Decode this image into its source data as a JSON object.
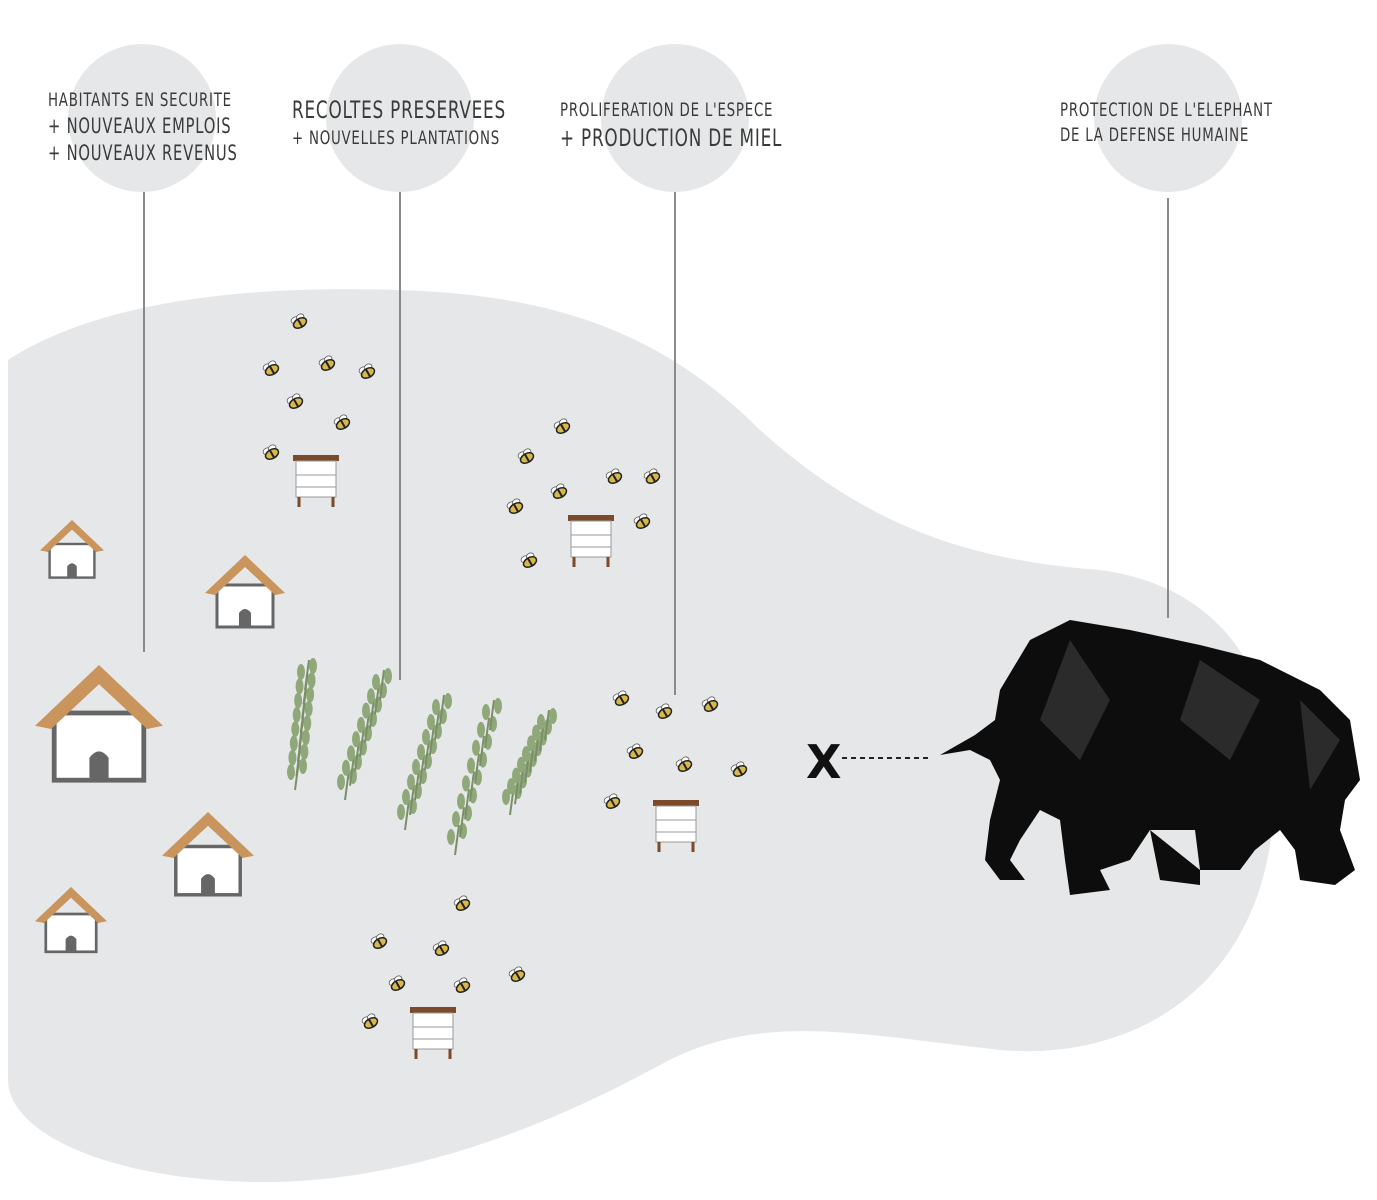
{
  "labels": {
    "villagers": {
      "line1": "HABITANTS EN SECURITE",
      "line2": "+ NOUVEAUX EMPLOIS",
      "line3": "+ NOUVEAUX REVENUS"
    },
    "crops": {
      "line1": "RECOLTES PRESERVEES",
      "line2": "+ NOUVELLES PLANTATIONS"
    },
    "bees": {
      "line1": "PROLIFERATION DE L'ESPECE",
      "line2": "+ PRODUCTION DE MIEL"
    },
    "elephant": {
      "line1": "PROTECTION DE L'ELEPHANT",
      "line2": "DE LA DEFENSE HUMAINE"
    }
  },
  "barrier_mark": "X",
  "colors": {
    "blob": "#e6e7e8",
    "circle": "#e6e7e8",
    "roof": "#c9955c",
    "elephant": "#0d0d0d",
    "plant": "#8fa87a",
    "bee": "#d8b84a"
  }
}
